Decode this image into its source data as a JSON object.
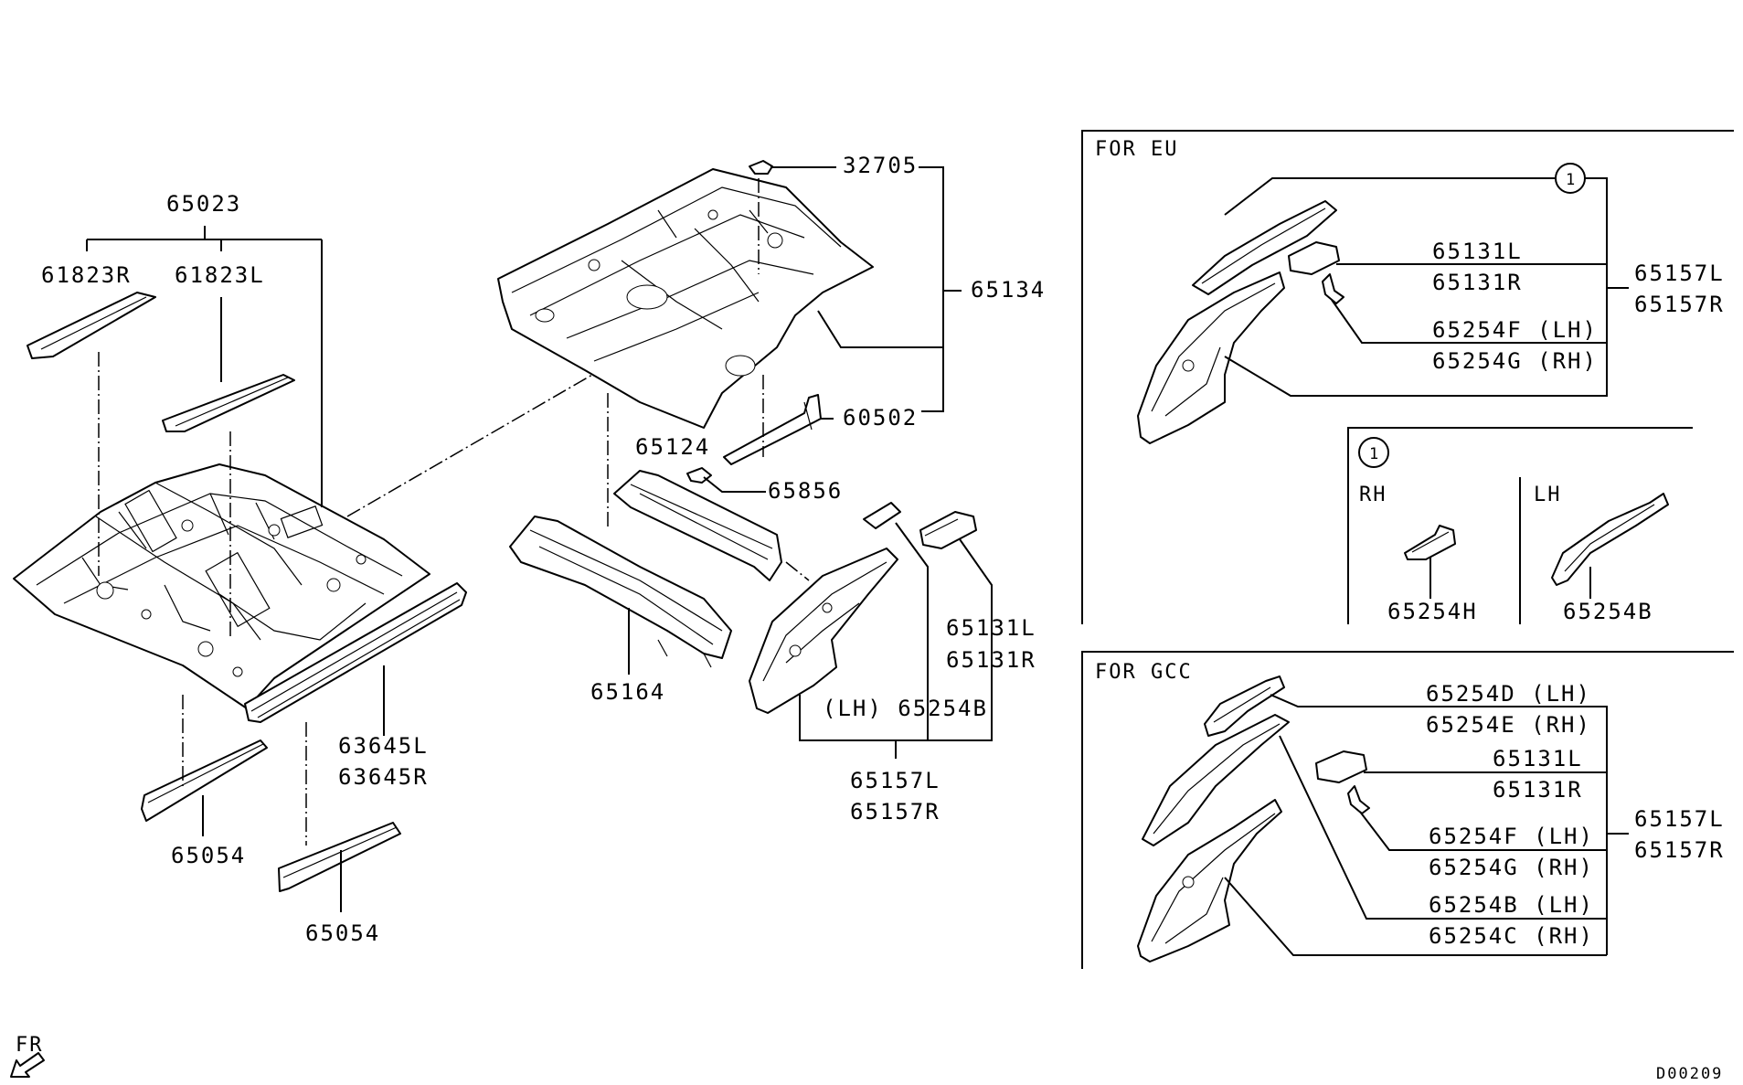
{
  "labels": {
    "p65023": "65023",
    "p61823R": "61823R",
    "p61823L": "61823L",
    "p63645L": "63645L",
    "p63645R": "63645R",
    "p65054_a": "65054",
    "p65054_b": "65054",
    "p32705": "32705",
    "p65134": "65134",
    "p60502": "60502",
    "p65124": "65124",
    "p65856": "65856",
    "p65164": "65164",
    "p65131L": "65131L",
    "p65131R": "65131R",
    "p65254B_lh": "(LH) 65254B",
    "p65157L": "65157L",
    "p65157R": "65157R"
  },
  "panel_eu": {
    "title": "FOR EU",
    "ref_mark": "1",
    "p65131L": "65131L",
    "p65131R": "65131R",
    "p65157L": "65157L",
    "p65157R": "65157R",
    "p65254F": "65254F (LH)",
    "p65254G": "65254G (RH)"
  },
  "panel_detail": {
    "ref_mark": "1",
    "rh_label": "RH",
    "lh_label": "LH",
    "p65254H": "65254H",
    "p65254B": "65254B"
  },
  "panel_gcc": {
    "title": "FOR GCC",
    "p65254D": "65254D (LH)",
    "p65254E": "65254E (RH)",
    "p65131L": "65131L",
    "p65131R": "65131R",
    "p65254F": "65254F (LH)",
    "p65254G": "65254G (RH)",
    "p65254B": "65254B (LH)",
    "p65254C": "65254C (RH)",
    "p65157L": "65157L",
    "p65157R": "65157R"
  },
  "fr_label": "FR",
  "diagram_code": "D00209"
}
